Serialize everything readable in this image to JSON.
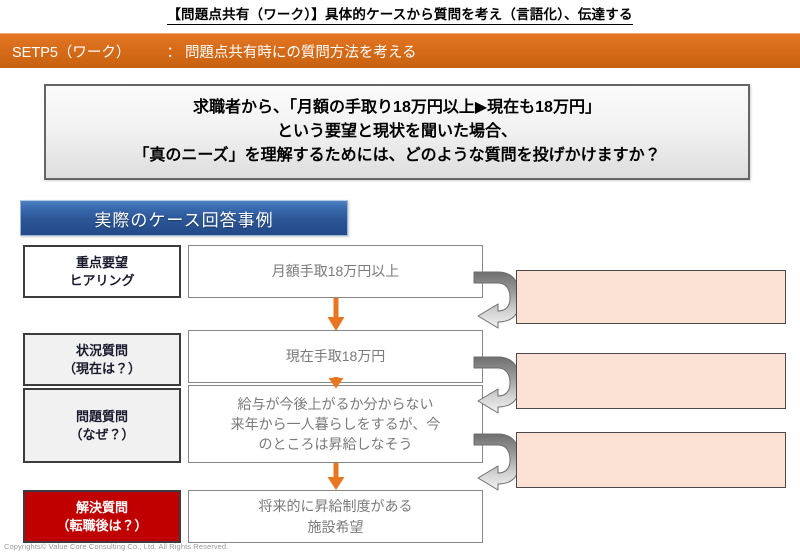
{
  "header": {
    "title": "【問題点共有（ワーク）】具体的ケースから質問を考え（言語化）、伝達する"
  },
  "step_bar": {
    "step_label": "SETP5（ワーク）",
    "colon": "：",
    "step_title": "問題点共有時にの質問方法を考える",
    "bg_color": "#d86f1d",
    "text_color": "#ffffff"
  },
  "question_box": {
    "lines": [
      "求職者から、「月額の手取り18万円以上▶現在も18万円」",
      "という要望と現状を聞いた場合、",
      "「真のニーズ」を理解するためには、どのような質問を投げかけますか？"
    ],
    "border_color": "#656565"
  },
  "case_banner": {
    "label": "実際のケース回答事例",
    "bg_color": "#2b5596",
    "text_color": "#ffffff"
  },
  "diagram": {
    "rows": [
      {
        "label_lines": [
          "重点要望",
          "ヒアリング"
        ],
        "label_style": "white",
        "content_lines": [
          "月額手取18万円以上"
        ]
      },
      {
        "label_lines": [
          "状況質問",
          "（現在は？）"
        ],
        "label_style": "gray",
        "content_lines": [
          "現在手取18万円"
        ]
      },
      {
        "label_lines": [
          "問題質問",
          "（なぜ？）"
        ],
        "label_style": "gray",
        "content_lines": [
          "給与が今後上がるか分からない",
          "来年から一人暮らしをするが、今",
          "のところは昇給しなそう"
        ]
      },
      {
        "label_lines": [
          "解決質問",
          "（転職後は？）"
        ],
        "label_style": "red",
        "content_lines": [
          "将来的に昇給制度がある",
          "施設希望"
        ]
      }
    ],
    "answer_boxes": [
      {
        "text": ""
      },
      {
        "text": ""
      },
      {
        "text": ""
      }
    ],
    "flow_arrow_color": "#e8761f",
    "loop_arrow_color": "#b8b8b8",
    "answer_box_color": "#fae1d3",
    "highlight_color": "#c00000"
  },
  "footer": {
    "copyright": "Copyrights© Value Core Consulting Co., Ltd.  All Rights Reserved."
  }
}
